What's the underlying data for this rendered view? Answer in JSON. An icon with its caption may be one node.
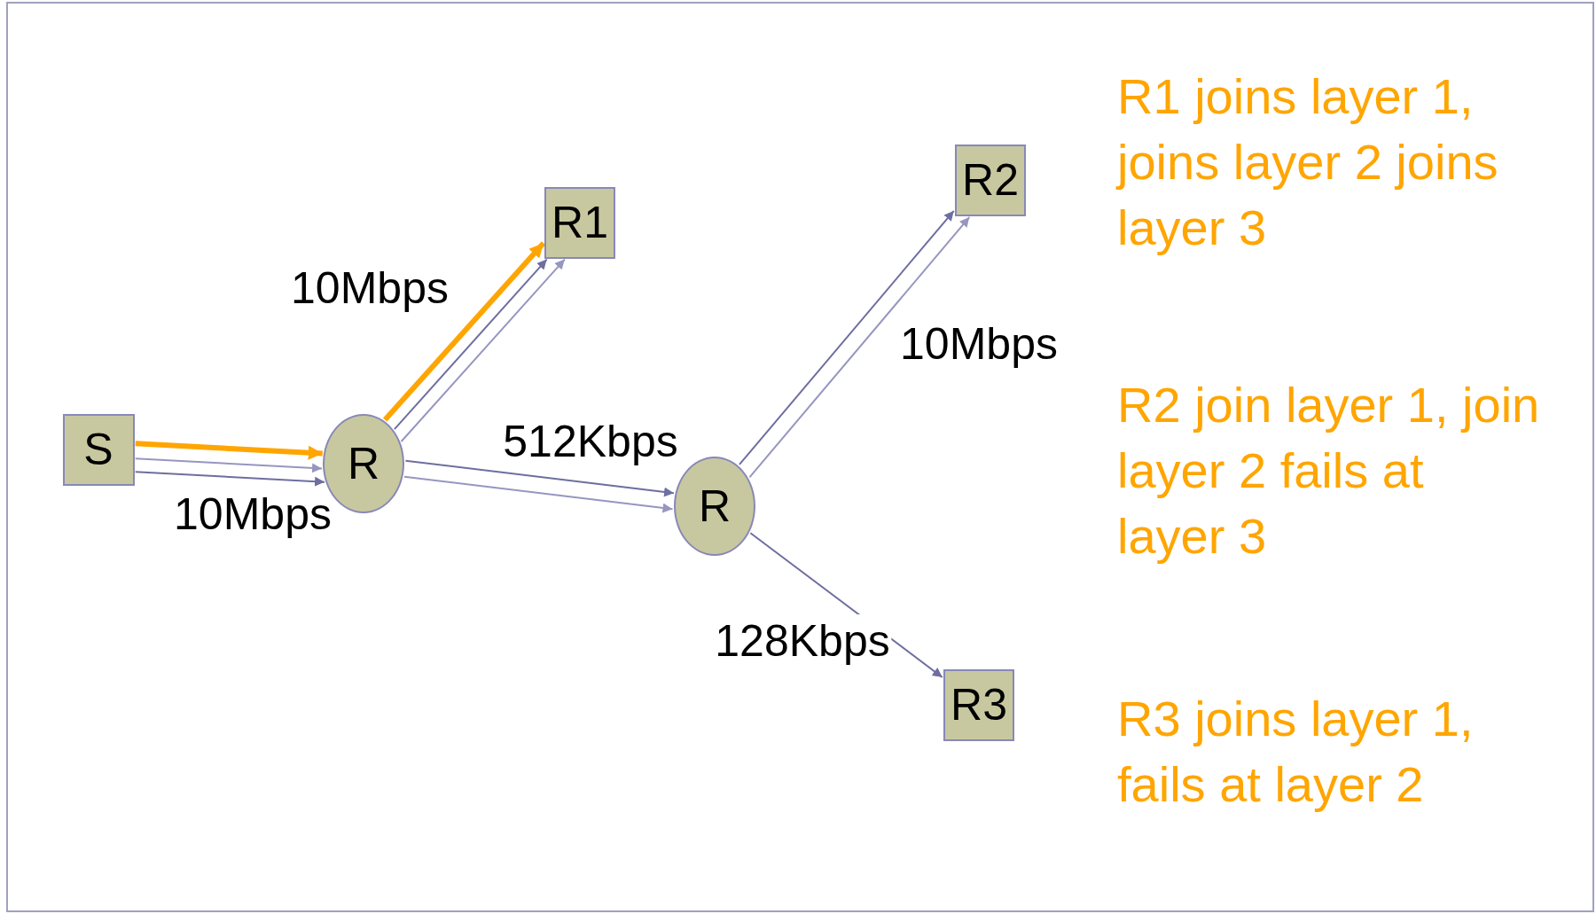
{
  "diagram": {
    "nodes": [
      {
        "text": [
          "S"
        ]
      },
      {
        "text": [
          "R"
        ]
      },
      {
        "text": [
          "R1"
        ]
      },
      {
        "text": [
          "R"
        ]
      },
      {
        "text": [
          "R2"
        ]
      },
      {
        "text": [
          "R3"
        ]
      }
    ],
    "edges": [
      {
        "from": 0,
        "to": 1,
        "arrow": "to",
        "style": "thick",
        "color": "#ffa500"
      },
      {
        "from": 0,
        "to": 1,
        "arrow": "to"
      },
      {
        "from": 0,
        "to": 1,
        "arrow": "to"
      },
      {
        "from": 1,
        "to": 2,
        "arrow": "to",
        "style": "thick",
        "color": "#ffa500"
      },
      {
        "from": 1,
        "to": 2,
        "arrow": "to"
      },
      {
        "from": 1,
        "to": 2,
        "arrow": "to"
      },
      {
        "from": 1,
        "to": 3,
        "arrow": "to"
      },
      {
        "from": 1,
        "to": 3,
        "arrow": "to"
      },
      {
        "from": 3,
        "to": 4,
        "arrow": "to"
      },
      {
        "from": 3,
        "to": 4,
        "arrow": "to"
      },
      {
        "from": 3,
        "to": 5,
        "arrow": "to"
      }
    ],
    "labels": [
      "R1 joins layer 1, joins layer 2 joins layer 3",
      "10Mbps",
      "10Mbps",
      "R2 join layer 1, join layer 2 fails at layer 3",
      "512Kbps",
      "10Mbps",
      "128Kbps",
      "R3 joins layer 1, fails at layer 2"
    ]
  }
}
